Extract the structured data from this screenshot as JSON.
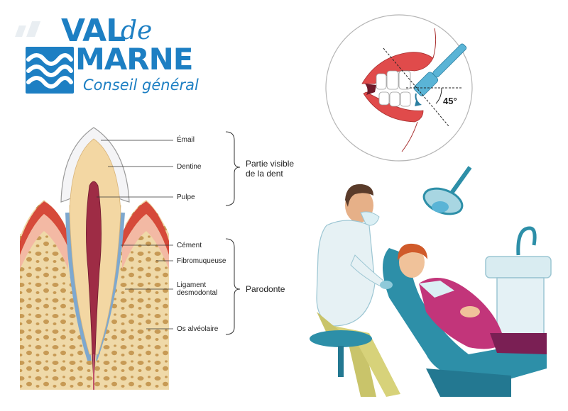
{
  "logo": {
    "val": "VAL",
    "de": "de",
    "marne": "MARNE",
    "subtitle": "Conseil général"
  },
  "labels": {
    "email": "Émail",
    "dentine": "Dentine",
    "pulpe": "Pulpe",
    "cement": "Cément",
    "fibro": "Fibromuqueuse",
    "ligament_1": "Ligament",
    "ligament_2": "desmodontal",
    "os": "Os alvéolaire"
  },
  "groups": {
    "visible_1": "Partie visible",
    "visible_2": "de la dent",
    "parodonte": "Parodonte"
  },
  "angle_label": "45°",
  "colors": {
    "brand_blue": "#1d7fc3",
    "bone": "#e9cfa0",
    "gum": "#d64a3a",
    "pulp": "#9e2c45",
    "scrubs": "#e6f1f4",
    "patient_top": "#c2357a",
    "chair": "#2d8fa8"
  }
}
